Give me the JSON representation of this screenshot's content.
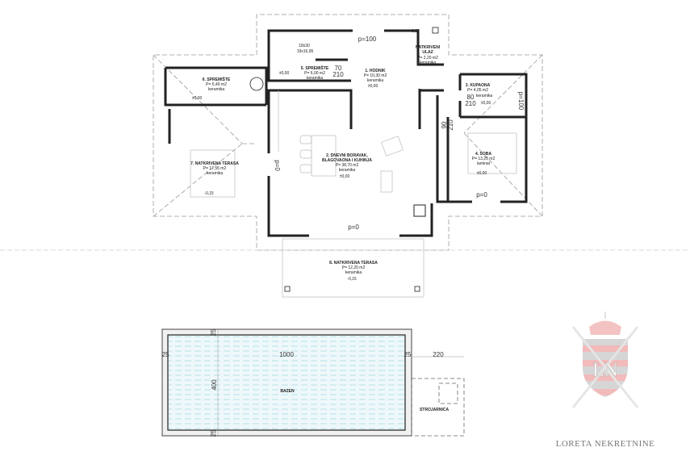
{
  "plan": {
    "stair": {
      "line1": "18x30",
      "line2": "19x16,95"
    },
    "rooms": {
      "r1": {
        "name": "1. HODNIK",
        "area": "P= 10,30 m2",
        "floor": "keramika",
        "level": "±0,00"
      },
      "r2": {
        "name": "2. DNEVNI BORAVAK,",
        "name2": "BLAGOVAONA I KUHINJA",
        "area": "P= 38,70 m2",
        "floor": "keramika",
        "level": "±0,00"
      },
      "r3": {
        "name": "3. KUPAONA",
        "area": "P= 4,05 m2",
        "floor": "keramika",
        "level": "±0,00"
      },
      "r4": {
        "name": "4. SOBA",
        "area": "P= 13,25 m2",
        "floor": "laminat",
        "level": "±0,00"
      },
      "r5": {
        "name": "5. SPREMIŠTE",
        "area": "P= 6,00 m2",
        "floor": "keramika",
        "level": "±0,00"
      },
      "r6": {
        "name": "6. SPREMIŠTE",
        "area": "P= 5,40 m2",
        "floor": "keramika",
        "level": "±0,00"
      },
      "r7": {
        "name": "7. NATKRIVENA TERASA",
        "area": "P= 17,55 m2",
        "floor": "keramika",
        "level": "-0,15"
      },
      "r8": {
        "name": "8. NATKRIVENA TERASA",
        "area": "P= 12,20 m2",
        "floor": "keramika",
        "level": "-0,15"
      },
      "entry": {
        "name": "NATKRIVENI",
        "name2": "ULAZ",
        "area": "P= 2,20 m2",
        "floor": "keramika",
        "level": "-0,05"
      }
    },
    "doors": {
      "main": "p=100",
      "stor_w": "70",
      "stor_h": "210",
      "bath_w": "80",
      "bath_h": "210",
      "bath_side": "p=100",
      "room_w": "90",
      "room_h": "210",
      "room_out": "p=0",
      "living_left": "p=0",
      "living_bottom": "p=0"
    }
  },
  "pool": {
    "label": "BAZEN",
    "length": "1000",
    "width": "400",
    "edge_left": "25",
    "edge_right": "25",
    "edge_top": "25",
    "edge_bottom": "25",
    "extra": "220",
    "machine_room": "STROJARNICA",
    "water_color": "#bfe6ee"
  },
  "logo": {
    "initials": "LN",
    "text": "LORETA NEKRETNINE",
    "accent": "#e89a9a"
  }
}
